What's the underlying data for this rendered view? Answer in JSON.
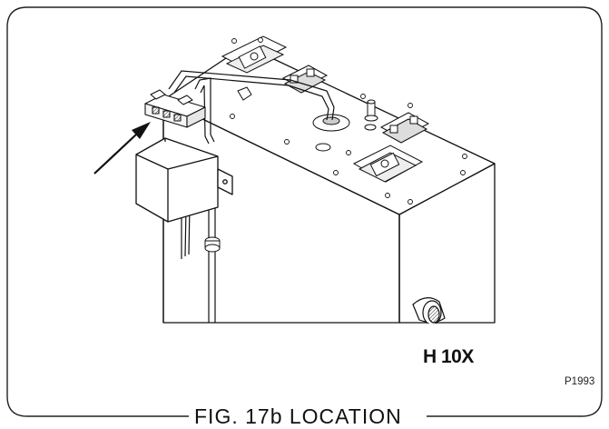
{
  "figure": {
    "model_label": "H 10X",
    "reference_code": "P1993",
    "caption": "FIG. 17b LOCATION"
  }
}
